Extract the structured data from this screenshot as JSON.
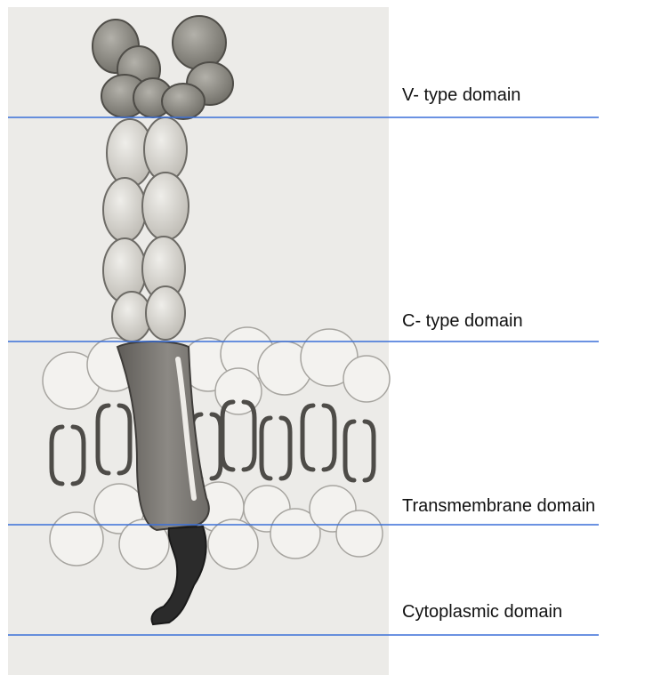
{
  "labels": {
    "v_domain": "V- type domain",
    "c_domain": "C- type domain",
    "tm_domain": "Transmembrane domain",
    "cyto_domain": "Cytoplasmic domain"
  },
  "colors": {
    "line": "#3a6fd8",
    "paper": "#ecebe8",
    "v_fill": "#8f8d86",
    "c_fill": "#dcdad5",
    "tm_fill": "#7b7874",
    "cyto_fill": "#2b2b2b"
  }
}
